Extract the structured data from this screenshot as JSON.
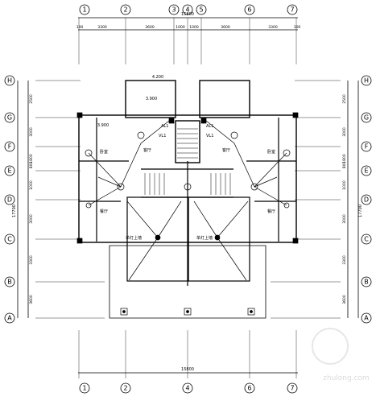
{
  "drawing": {
    "column_axes": [
      "1",
      "2",
      "3",
      "4",
      "5",
      "6",
      "7"
    ],
    "row_axes": [
      "H",
      "G",
      "F",
      "E",
      "D",
      "C",
      "B",
      "A"
    ],
    "top_dimensions": [
      "100",
      "3300",
      "3600",
      "1000",
      "1000",
      "3600",
      "3300",
      "100"
    ],
    "top_total": "15800",
    "bottom_total": "15800",
    "bottom_axes": [
      "1",
      "2",
      "4",
      "6",
      "7"
    ],
    "left_dimensions": [
      "2500",
      "3000",
      "1800",
      "800",
      "1000",
      "3000",
      "3300",
      "3600"
    ],
    "left_total": "17700",
    "right_dimensions": [
      "2500",
      "3000",
      "1800",
      "800",
      "1000",
      "3000",
      "3300",
      "3600"
    ],
    "right_total": "17700",
    "elevation_top": "4.200",
    "elevation_balcony": "3.900",
    "elevation_room_left": "3.900",
    "panel_labels": [
      "AL1",
      "AL1"
    ],
    "feeder_labels": [
      "VL1",
      "VL1"
    ],
    "room_labels": [
      "客厅",
      "客厅",
      "卧室",
      "卧室",
      "餐厅",
      "餐厅"
    ],
    "fixture_labels": [
      "单灯上墙",
      "单灯上墙"
    ],
    "watermark": "zhulong.com"
  }
}
